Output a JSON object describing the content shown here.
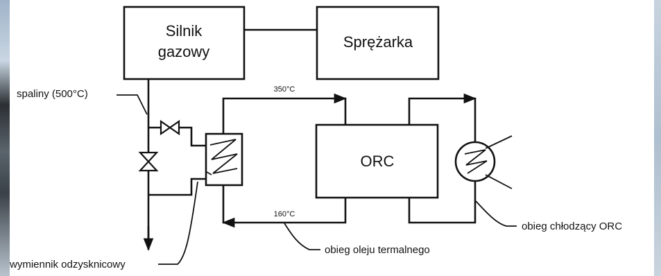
{
  "blocks": {
    "engine": [
      "Silnik",
      "gazowy"
    ],
    "compressor": "Sprężarka",
    "orc": "ORC"
  },
  "temperatures": {
    "hot": "350°C",
    "cold": "160°C"
  },
  "callouts": {
    "exhaust": "spaliny (500°C)",
    "oil_loop": "obieg oleju termalnego",
    "cooling_loop": "obieg chłodzący ORC",
    "recuperator": "wymiennik odzysknicowy"
  },
  "colors": {
    "line": "#111111",
    "background": "#ffffff"
  }
}
